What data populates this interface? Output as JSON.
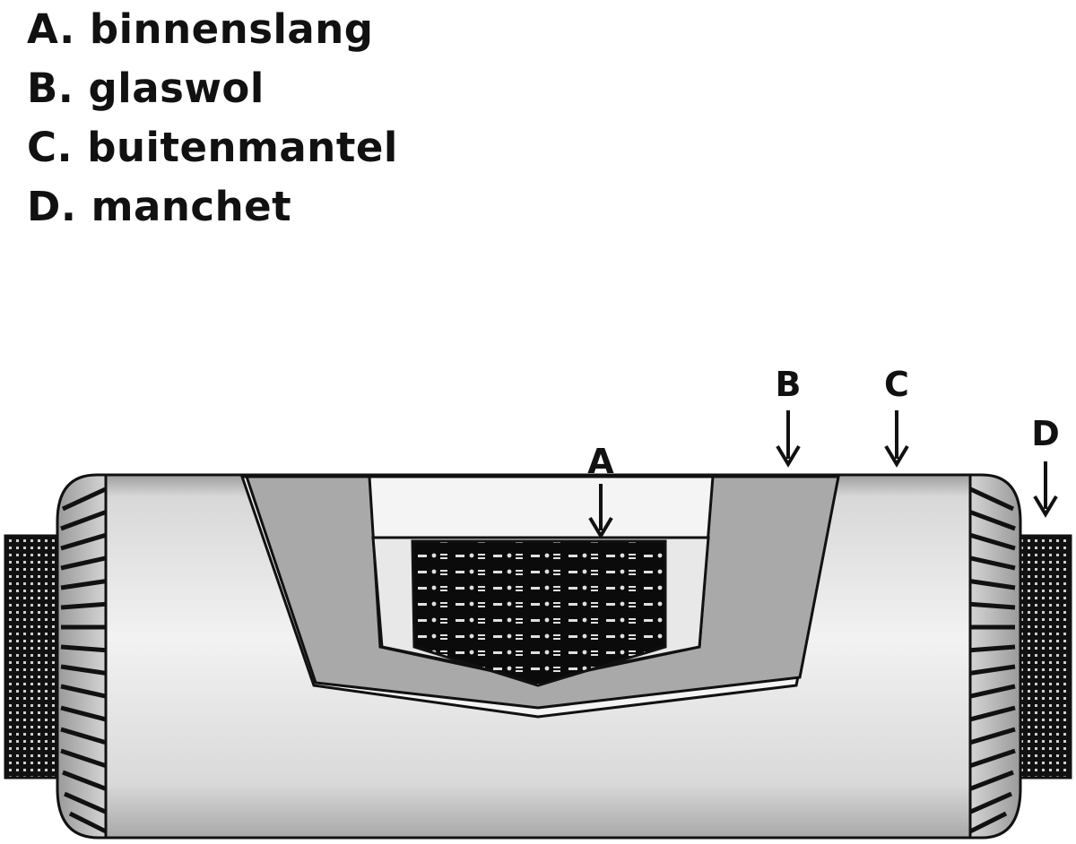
{
  "legend": {
    "items": [
      {
        "letter": "A",
        "text": "A. binnenslang"
      },
      {
        "letter": "B",
        "text": "B. glaswol"
      },
      {
        "letter": "C",
        "text": "C. buitenmantel"
      },
      {
        "letter": "D",
        "text": "D. manchet"
      }
    ]
  },
  "callouts": {
    "A": "A",
    "B": "B",
    "C": "C",
    "D": "D"
  },
  "colors": {
    "outline": "#111111",
    "mantel_light": "#eeeeee",
    "mantel_shade": "#b9b9b9",
    "glaswol": "#a9a9a9",
    "binnenslang": "#0d0d0d",
    "cavity_light": "#e8e8e8"
  }
}
